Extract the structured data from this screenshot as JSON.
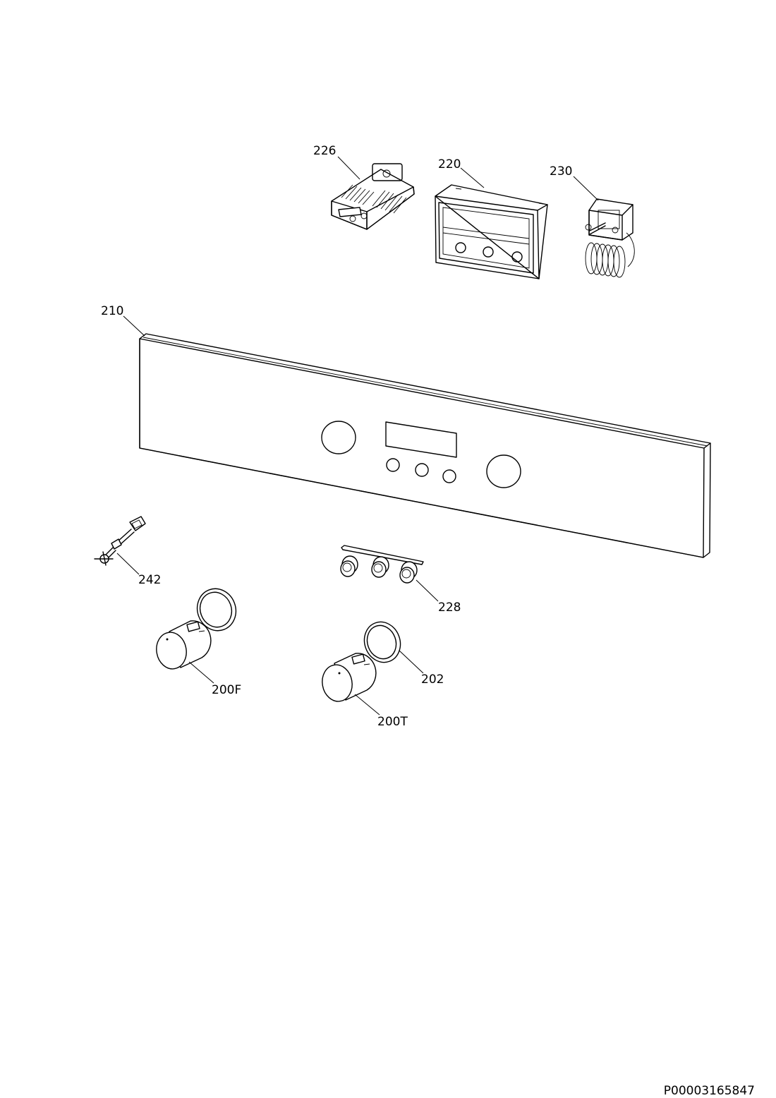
{
  "diagram": {
    "document_id": "P00003165847",
    "callouts": {
      "p226": "226",
      "p220": "220",
      "p230": "230",
      "p210": "210",
      "p242": "242",
      "p228": "228",
      "p202": "202",
      "p200F": "200F",
      "p200T": "200T"
    }
  }
}
